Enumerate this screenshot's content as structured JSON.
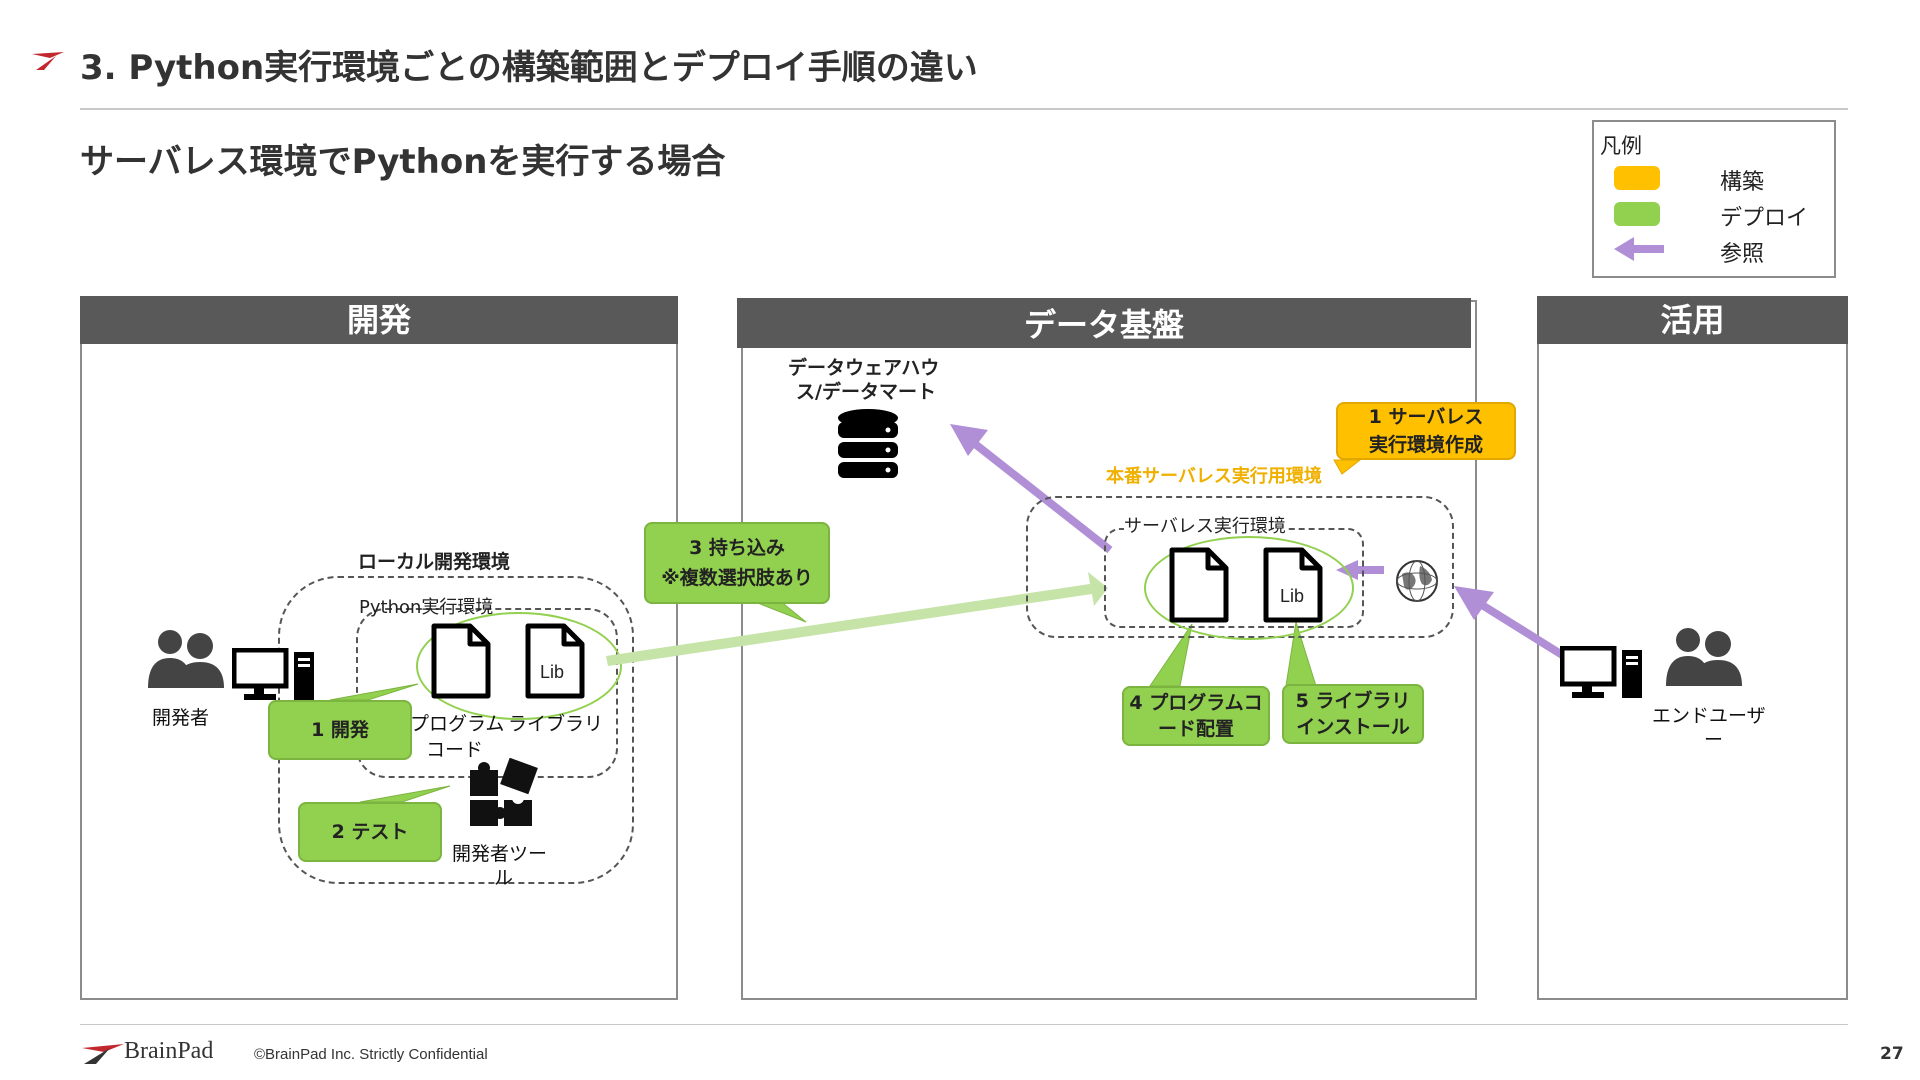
{
  "header": {
    "title": "3. Python実行環境ごとの構築範囲とデプロイ手順の違い",
    "subtitle": "サーバレス環境でPythonを実行する場合"
  },
  "legend": {
    "title": "凡例",
    "items": [
      {
        "label": "構築",
        "color": "#ffc000",
        "kind": "box"
      },
      {
        "label": "デプロイ",
        "color": "#92d050",
        "kind": "box"
      },
      {
        "label": "参照",
        "color": "#b08fd6",
        "kind": "arrow"
      }
    ]
  },
  "panels": {
    "dev": {
      "title": "開発"
    },
    "platform": {
      "title": "データ基盤"
    },
    "use": {
      "title": "活用"
    }
  },
  "dev": {
    "local_env_label": "ローカル開発環境",
    "python_env_label": "Python実行環境",
    "developer_label": "開発者",
    "program_code_label_1": "プログラム",
    "program_code_label_2": "コード",
    "library_label": "ライブラリ",
    "lib_text": "Lib",
    "dev_tool_label_1": "開発者ツー",
    "dev_tool_label_2": "ル",
    "step1": "1 開発",
    "step2": "2 テスト"
  },
  "transfer": {
    "step3_line1": "3 持ち込み",
    "step3_line2": "※複数選択肢あり"
  },
  "platform": {
    "dwh_label_1": "データウェアハウ",
    "dwh_label_2": "ス/データマート",
    "prod_env_label": "本番サーバレス実行用環境",
    "serverless_env_label": "サーバレス実行環境",
    "lib_text": "Lib",
    "step1_line1": "1 サーバレス",
    "step1_line2": "実行環境作成",
    "step4_line1": "4 プログラムコ",
    "step4_line2": "ード配置",
    "step5_line1": "5 ライブラリ",
    "step5_line2": "インストール"
  },
  "use": {
    "end_user_label_1": "エンドユーザ",
    "end_user_label_2": "ー"
  },
  "footer": {
    "brand": "BrainPad",
    "copyright": "©BrainPad Inc.  Strictly Confidential",
    "page_number": "27"
  },
  "colors": {
    "build": "#ffc000",
    "deploy": "#92d050",
    "deploy_arrow": "#c6e3a8",
    "reference": "#b08fd6",
    "panel_header": "#595959",
    "accent_red": "#c0282d",
    "prod_env_text": "#f0b000"
  }
}
